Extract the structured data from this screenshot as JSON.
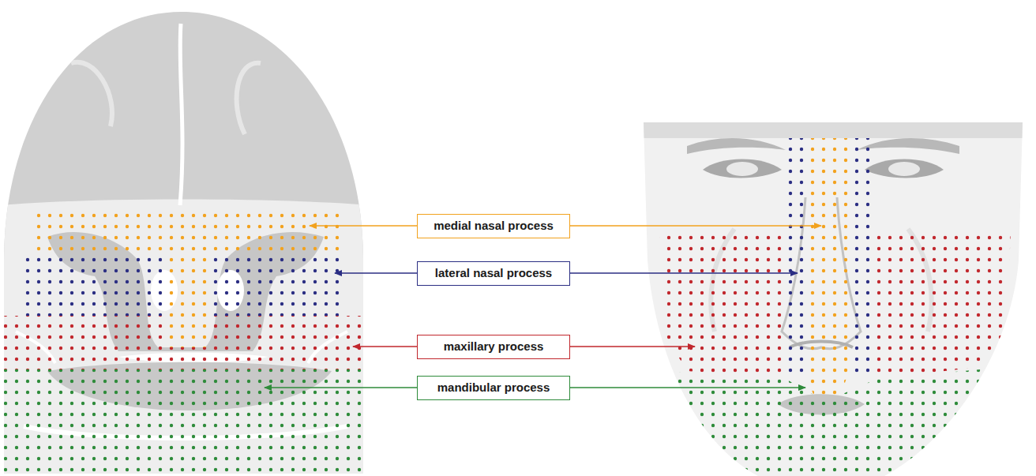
{
  "diagram": {
    "nodes": [
      {
        "text": [
          "medial nasal process"
        ]
      },
      {
        "text": [
          "lateral nasal process"
        ]
      },
      {
        "text": [
          "maxillary process"
        ]
      },
      {
        "text": [
          "mandibular process"
        ]
      }
    ]
  }
}
